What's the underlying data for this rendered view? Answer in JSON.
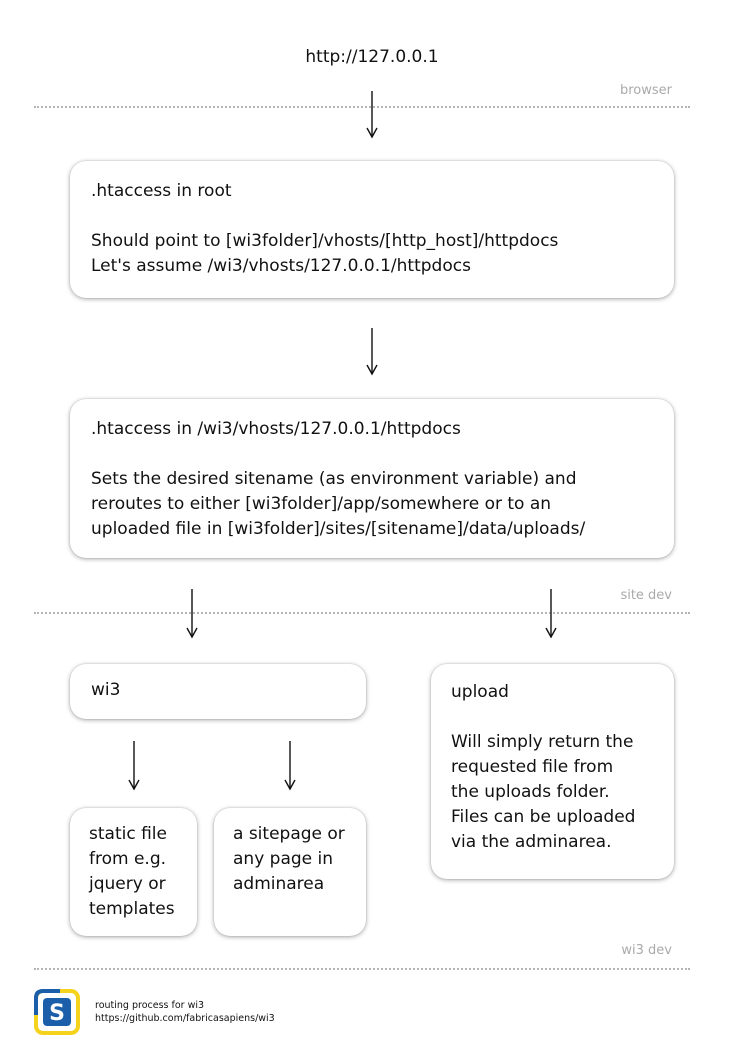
{
  "url": "http://127.0.0.1",
  "zones": {
    "browser": "browser",
    "site_dev": "site dev",
    "wi3_dev": "wi3 dev"
  },
  "box_root": {
    "title": ".htaccess in root",
    "line1": "Should point to [wi3folder]/vhosts/[http_host]/httpdocs",
    "line2": "Let's assume /wi3/vhosts/127.0.0.1/httpdocs"
  },
  "box_httpdocs": {
    "title": ".htaccess in /wi3/vhosts/127.0.0.1/httpdocs",
    "line1": "Sets the desired sitename (as environment variable) and",
    "line2": "reroutes to either [wi3folder]/app/somewhere or to an",
    "line3": "uploaded file in [wi3folder]/sites/[sitename]/data/uploads/"
  },
  "box_wi3": {
    "title": "wi3"
  },
  "box_upload": {
    "title": "upload",
    "lines": [
      "Will simply return the",
      "requested file from",
      "the uploads folder.",
      "Files can be uploaded",
      "via the adminarea."
    ]
  },
  "box_static": {
    "lines": [
      "static file",
      "from e.g.",
      "jquery or",
      "templates"
    ]
  },
  "box_sitepage": {
    "lines": [
      "a sitepage or",
      "any page in",
      "adminarea"
    ]
  },
  "footer": {
    "logo_text": "S",
    "title": "routing process for wi3",
    "link": "https://github.com/fabricasapiens/wi3"
  },
  "colors": {
    "logo_blue": "#1b5faa",
    "logo_yellow": "#f5d31c",
    "divider": "#b5b5b5",
    "zone_label": "#aaaaaa"
  }
}
